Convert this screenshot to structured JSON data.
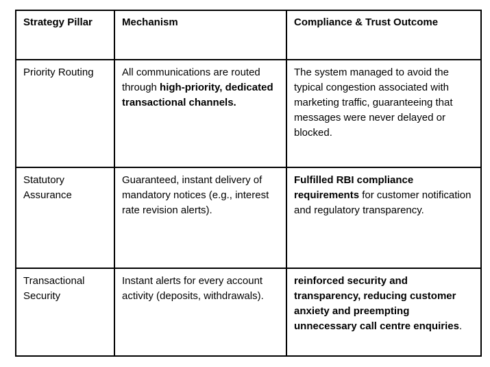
{
  "page": {
    "background": "#ffffff",
    "text_color": "#000000",
    "border_color": "#000000"
  },
  "table": {
    "header": {
      "strategy_pillar": "Strategy Pillar",
      "mechanism": "Mechanism",
      "outcome": "Compliance & Trust Outcome"
    },
    "row1": {
      "pillar": "Priority Routing",
      "mechanism_pre": "All communications are routed through ",
      "mechanism_bold": "high-priority, dedicated transactional channels.",
      "outcome": "The system managed to avoid the typical congestion associated with marketing traffic, guaranteeing that messages were never delayed or blocked."
    },
    "row2": {
      "pillar": "Statutory Assurance",
      "mechanism": "Guaranteed, instant delivery of mandatory notices (e.g., interest rate revision alerts).",
      "outcome_bold": "Fulfilled RBI compliance requirements",
      "outcome_post": " for customer notification and regulatory transparency."
    },
    "row3": {
      "pillar": "Transactional Security",
      "mechanism": "Instant alerts for every account activity (deposits, withdrawals).",
      "outcome_bold": "reinforced security and transparency, reducing customer anxiety and preempting unnecessary call centre enquiries",
      "outcome_post": "."
    }
  }
}
